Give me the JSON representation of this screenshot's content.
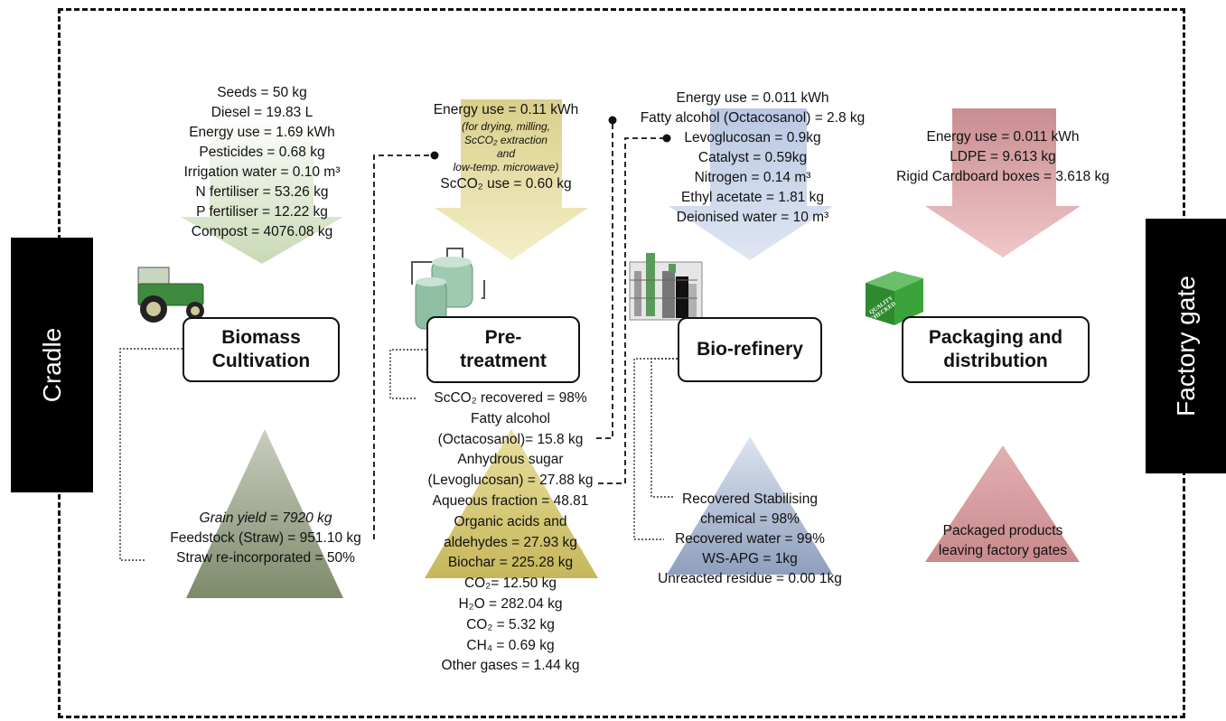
{
  "side_labels": {
    "left": "Cradle",
    "right": "Factory gate"
  },
  "stages": [
    {
      "title": "Biomass Cultivation",
      "color": "#c8d9b4"
    },
    {
      "title": "Pre-\ntreatment",
      "color": "#e8e2a4"
    },
    {
      "title": "Bio-refinery",
      "color": "#c9d6ec"
    },
    {
      "title": "Packaging and\ndistribution",
      "color": "#e3aeb0"
    }
  ],
  "biomass_inputs": [
    "Seeds = 50 kg",
    "Diesel = 19.83 L",
    "Energy use = 1.69 kWh",
    "Pesticides = 0.68 kg",
    "Irrigation water = 0.10 m³",
    "N fertiliser = 53.26 kg",
    "P fertiliser = 12.22 kg",
    "Compost = 4076.08 kg"
  ],
  "biomass_outputs": [
    "Grain yield = 7920 kg",
    "Feedstock (Straw) = 951.10 kg",
    "Straw re-incorporated = 50%"
  ],
  "pretreatment_inputs": {
    "energy": "Energy use = 0.11 kWh",
    "note": [
      "(for drying, milling,",
      "ScCO₂ extraction",
      "and",
      "low-temp. microwave)"
    ],
    "scco2": "ScCO₂ use = 0.60 kg"
  },
  "pretreatment_outputs": [
    "ScCO₂ recovered  = 98%",
    "Fatty alcohol",
    "(Octacosanol)= 15.8 kg",
    "Anhydrous sugar",
    "(Levoglucosan) = 27.88 kg",
    "Aqueous fraction = 48.81",
    "Organic acids and",
    "aldehydes = 27.93 kg",
    "Biochar = 225.28 kg",
    "CO₂= 12.50 kg",
    "H₂O = 282.04 kg",
    "CO₂ = 5.32 kg",
    "CH₄ = 0.69 kg",
    "Other gases = 1.44 kg"
  ],
  "biorefinery_inputs": [
    "Energy use = 0.011 kWh",
    "Fatty alcohol (Octacosanol) = 2.8 kg",
    "Levoglucosan = 0.9kg",
    "Catalyst = 0.59kg",
    "Nitrogen = 0.14 m³",
    "Ethyl acetate = 1.81 kg",
    "Deionised water = 10 m³"
  ],
  "biorefinery_outputs": [
    "Recovered Stabilising",
    "chemical = 98%",
    "Recovered water = 99%",
    "WS-APG = 1kg",
    "Unreacted residue = 0.00 1kg"
  ],
  "packaging_inputs": [
    "Energy use = 0.011 kWh",
    "LDPE = 9.613 kg",
    "Rigid Cardboard boxes = 3.618 kg"
  ],
  "packaging_outputs": [
    "Packaged products",
    "leaving factory gates"
  ],
  "box_stamp": "QUALITY CHECKED"
}
